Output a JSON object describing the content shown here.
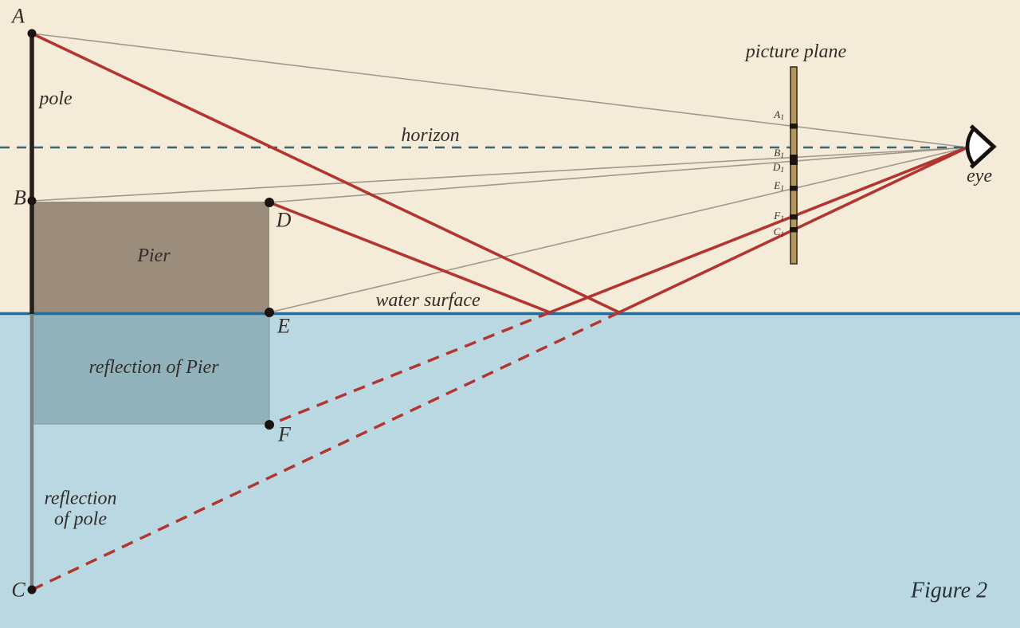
{
  "figure": {
    "caption": "Figure 2"
  },
  "labels": {
    "pole": "pole",
    "horizon": "horizon",
    "picture_plane": "picture plane",
    "eye": "eye",
    "pier": "Pier",
    "water_surface": "water surface",
    "reflection_of_pier": "reflection of Pier",
    "reflection_of_pole_line1": "reflection",
    "reflection_of_pole_line2": "of pole"
  },
  "point_labels": {
    "a": "A",
    "b": "B",
    "c": "C",
    "d": "D",
    "e": "E",
    "f": "F"
  },
  "plane_marks": [
    {
      "base": "A",
      "sub": "1"
    },
    {
      "base": "B",
      "sub": "1"
    },
    {
      "base": "D",
      "sub": "1"
    },
    {
      "base": "E",
      "sub": "1"
    },
    {
      "base": "F",
      "sub": "1"
    },
    {
      "base": "C",
      "sub": "1"
    }
  ],
  "icons": {
    "eye_icon": "eye-icon"
  },
  "colors": {
    "sky": "#f4ebd9",
    "water": "#b9d8e2",
    "pier": "#9b8c7c",
    "pier_reflection": "#91b2ba",
    "red": "#b33530",
    "gray_line": "#a0988c",
    "horizon": "#3b6470",
    "water_line": "#276a94",
    "pole": "#26201b",
    "pole_reflection": "#7e7e7e",
    "plane_fill": "#b2975f",
    "plane_border": "#3c2f1c",
    "dot": "#1c1410",
    "text": "#322d28",
    "caption": "#2a3038"
  }
}
